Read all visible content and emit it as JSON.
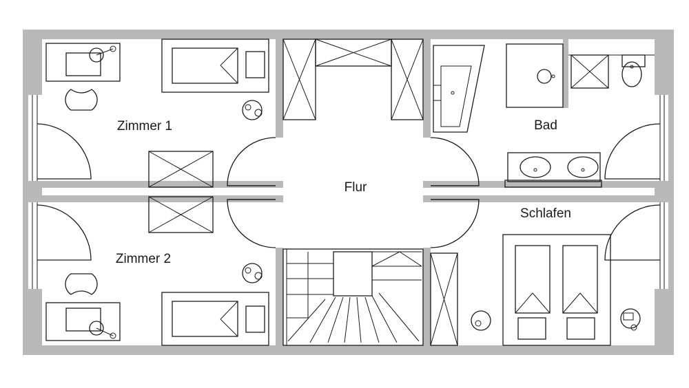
{
  "rooms": {
    "zimmer1": "Zimmer 1",
    "zimmer2": "Zimmer 2",
    "flur": "Flur",
    "bad": "Bad",
    "schlafen": "Schlafen"
  },
  "colors": {
    "wall": "#b9b9b9",
    "line": "#1a1a1a",
    "background": "#ffffff"
  }
}
